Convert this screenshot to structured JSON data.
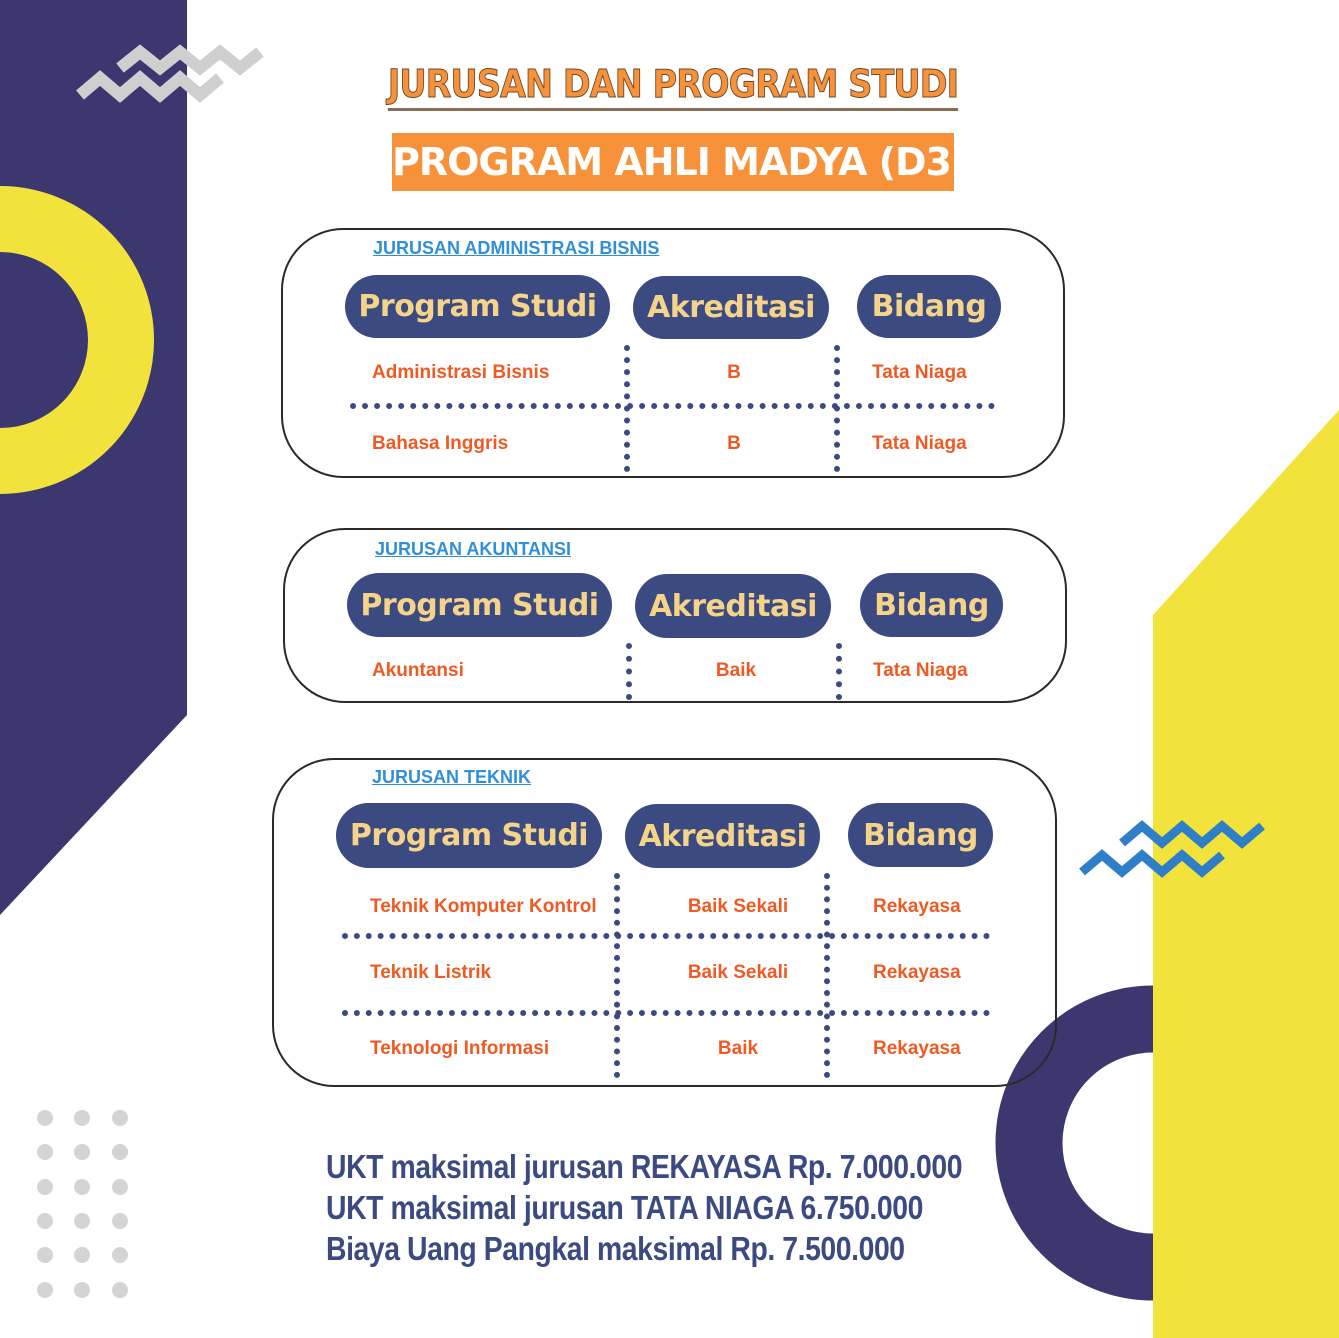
{
  "title": "JURUSAN DAN PROGRAM STUDI",
  "subtitle": "PROGRAM AHLI MADYA (D3)",
  "colors": {
    "navy": "#3d3770",
    "yellow": "#f2e33c",
    "orange": "#f7923b",
    "pill": "#3c4a82",
    "pill_text": "#f5d48a",
    "row_text": "#ef5a24",
    "dept": "#2f8fd8"
  },
  "departments": [
    {
      "name": "JURUSAN ADMINISTRASI BISNIS",
      "headers": [
        "Program Studi",
        "Akreditasi",
        "Bidang"
      ],
      "rows": [
        [
          "Administrasi Bisnis",
          "B",
          "Tata Niaga"
        ],
        [
          "Bahasa Inggris",
          "B",
          "Tata Niaga"
        ]
      ]
    },
    {
      "name": "JURUSAN AKUNTANSI",
      "headers": [
        "Program Studi",
        "Akreditasi",
        "Bidang"
      ],
      "rows": [
        [
          "Akuntansi",
          "Baik",
          "Tata Niaga"
        ]
      ]
    },
    {
      "name": "JURUSAN TEKNIK",
      "headers": [
        "Program Studi",
        "Akreditasi",
        "Bidang"
      ],
      "rows": [
        [
          "Teknik Komputer Kontrol",
          "Baik Sekali",
          "Rekayasa"
        ],
        [
          "Teknik Listrik",
          "Baik Sekali",
          "Rekayasa"
        ],
        [
          "Teknologi Informasi",
          "Baik",
          "Rekayasa"
        ]
      ]
    }
  ],
  "footer": [
    "UKT maksimal jurusan REKAYASA Rp. 7.000.000",
    "UKT maksimal jurusan TATA NIAGA 6.750.000",
    "Biaya Uang Pangkal maksimal Rp. 7.500.000"
  ]
}
